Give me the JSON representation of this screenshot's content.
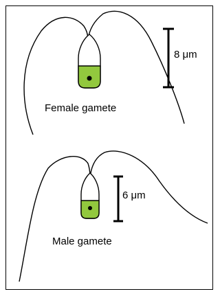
{
  "diagram": {
    "female": {
      "label": "Female gamete",
      "scale_label": "8 μm",
      "fill_color": "#92c83e"
    },
    "male": {
      "label": "Male gamete",
      "scale_label": "6 μm",
      "fill_color": "#92c83e"
    }
  }
}
